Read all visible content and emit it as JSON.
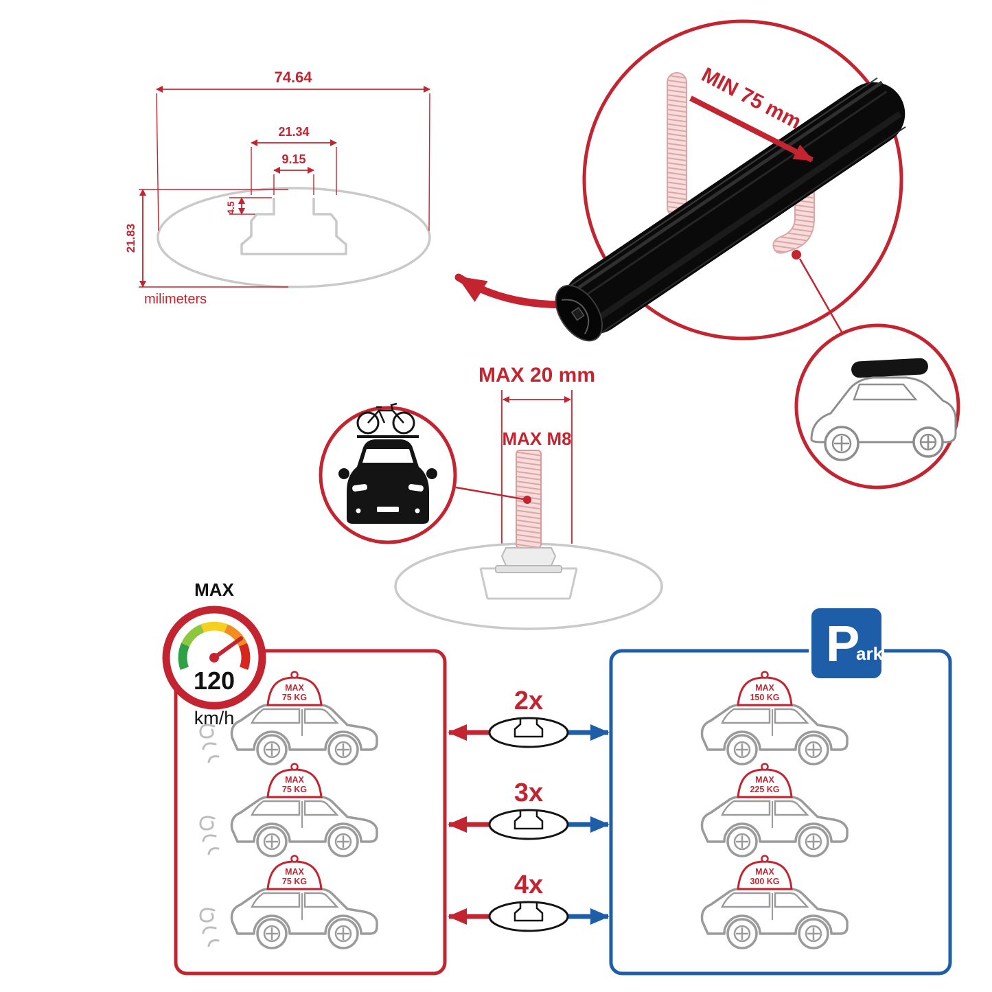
{
  "colors": {
    "red": "#C42430",
    "blue": "#1E5EA9",
    "profile_gray": "#C9C9C9",
    "bar_black": "#0A0A0A"
  },
  "profile_dimensions": {
    "total_width": "74.64",
    "channel_width": "21.34",
    "slot_width": "9.15",
    "lip_height": "4.5",
    "total_height": "21.83",
    "units": "milimeters"
  },
  "clamp": {
    "min_span": "MIN 75 mm"
  },
  "bolt": {
    "max_length": "MAX 20 mm",
    "max_thread": "MAX M8"
  },
  "speed_limit": {
    "label": "MAX",
    "value": "120",
    "unit": "km/h"
  },
  "load_capacity": {
    "max_label": "MAX",
    "driving_loads": [
      "75 KG",
      "75 KG",
      "75 KG"
    ],
    "bar_counts": [
      "2x",
      "3x",
      "4x"
    ],
    "parked_loads": [
      "150 KG",
      "225 KG",
      "300 KG"
    ],
    "parking_sign": {
      "letter": "P",
      "suffix": "ark"
    }
  }
}
